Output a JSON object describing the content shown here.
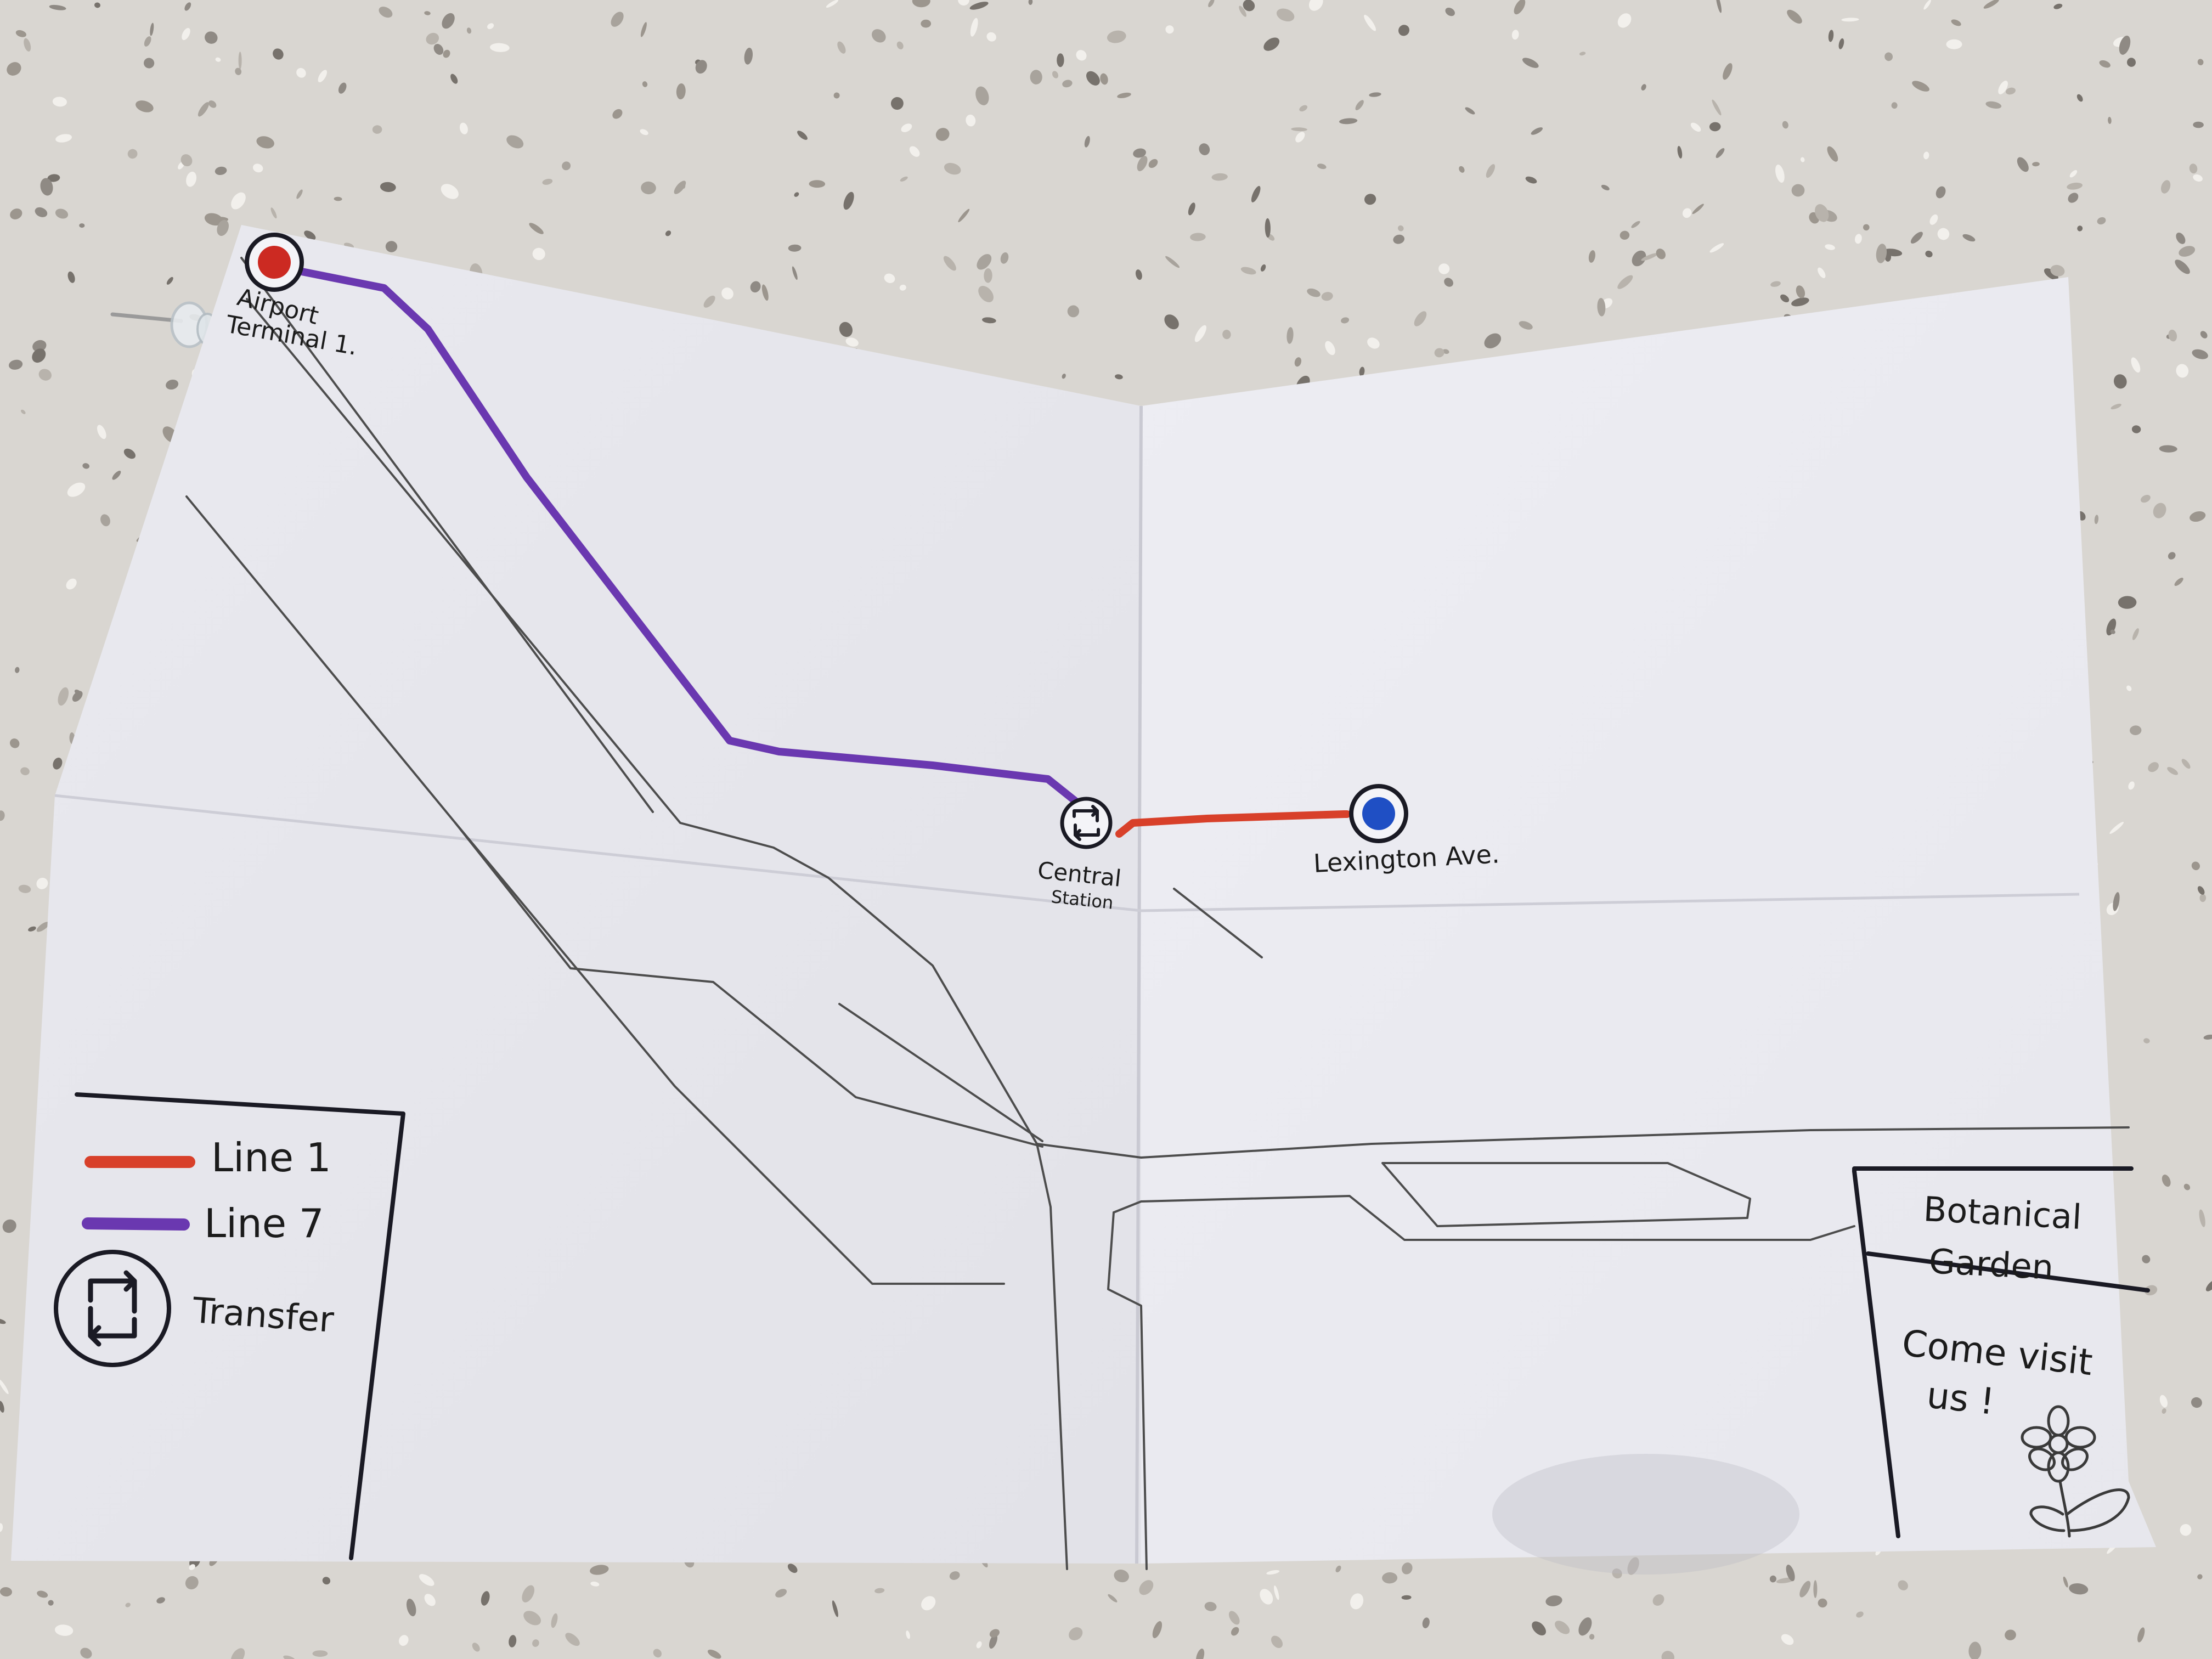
{
  "map": {
    "stations": {
      "airport": {
        "label_line1": "Airport",
        "label_line2": "Terminal 1."
      },
      "central": {
        "label_line1": "Central",
        "label_line2": "Station"
      },
      "lexington": {
        "label": "Lexington Ave."
      }
    },
    "legend": {
      "items": [
        {
          "label": "Line 1",
          "color": "#d8402a"
        },
        {
          "label": "Line 7",
          "color": "#6a38b0"
        },
        {
          "label": "Transfer",
          "icon": "transfer-icon"
        }
      ]
    },
    "poi": {
      "title_line1": "Botanical",
      "title_line2": "Garden",
      "note_line1": "Come visit",
      "note_line2": "us !",
      "icon": "flower-icon"
    },
    "colors": {
      "line1": "#d8402a",
      "line7": "#6a38b0",
      "airport_dot": "#cc2a22",
      "lexington_dot": "#1f4fc4",
      "paper": "#ececf2",
      "countertop": "#d9d6d1"
    }
  }
}
